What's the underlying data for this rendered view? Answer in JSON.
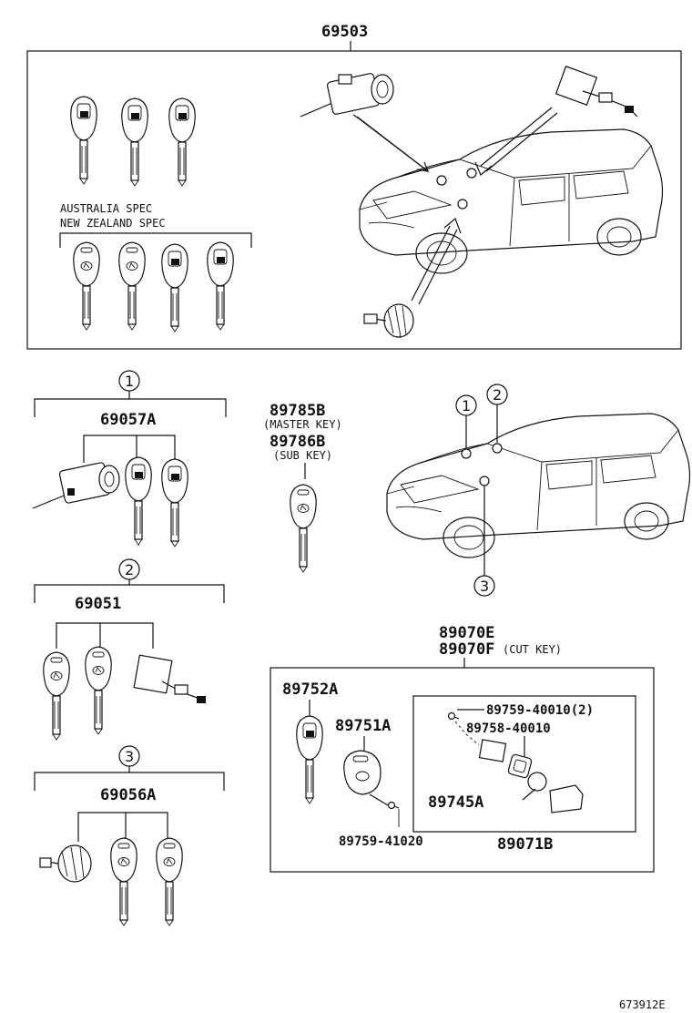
{
  "top_group": {
    "part_number": "69503",
    "spec_note_line1": "AUSTRALIA SPEC",
    "spec_note_line2": "NEW ZEALAND SPEC"
  },
  "group_1": {
    "circle_label": "1",
    "part_number": "69057A"
  },
  "group_2": {
    "circle_label": "2",
    "part_number": "69051"
  },
  "group_3": {
    "circle_label": "3",
    "part_number": "69056A"
  },
  "master_key": {
    "part_number": "89785B",
    "note": "(MASTER KEY)"
  },
  "sub_key": {
    "part_number": "89786B",
    "note": "(SUB KEY)"
  },
  "car_callouts": [
    "1",
    "2",
    "3"
  ],
  "transmitter_group": {
    "part_number_e": "89070E",
    "part_number_f": "89070F",
    "cut_key_note": "(CUT KEY)",
    "key": "89752A",
    "housing": "89751A",
    "screw": "89759-41020",
    "inner_screw": "89759-40010(2)",
    "inner_plate": "89758-40010",
    "battery": "89745A",
    "inner_box": "89071B"
  },
  "illustration_id": "673912E"
}
